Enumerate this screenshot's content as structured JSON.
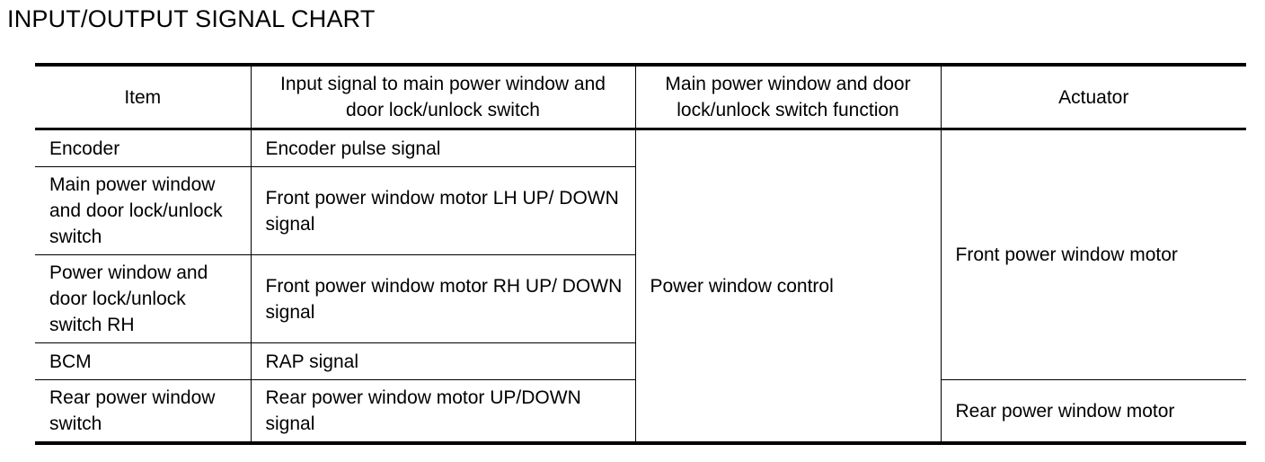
{
  "title": "INPUT/OUTPUT SIGNAL CHART",
  "table": {
    "headers": {
      "item": "Item",
      "input_signal": "Input signal to main power window and door lock/unlock switch",
      "function": "Main power window and door lock/unlock switch function",
      "actuator": "Actuator"
    },
    "rows": [
      {
        "item": "Encoder",
        "input_signal": "Encoder pulse signal"
      },
      {
        "item": "Main power window and door lock/unlock switch",
        "input_signal": "Front power window motor LH UP/ DOWN signal"
      },
      {
        "item": "Power window and door lock/unlock switch RH",
        "input_signal": "Front power window motor RH UP/ DOWN signal"
      },
      {
        "item": "BCM",
        "input_signal": "RAP signal"
      },
      {
        "item": "Rear power window switch",
        "input_signal": "Rear power window motor UP/DOWN signal"
      }
    ],
    "function": "Power window control",
    "actuators": {
      "front": "Front power window motor",
      "rear": "Rear power window motor"
    }
  }
}
